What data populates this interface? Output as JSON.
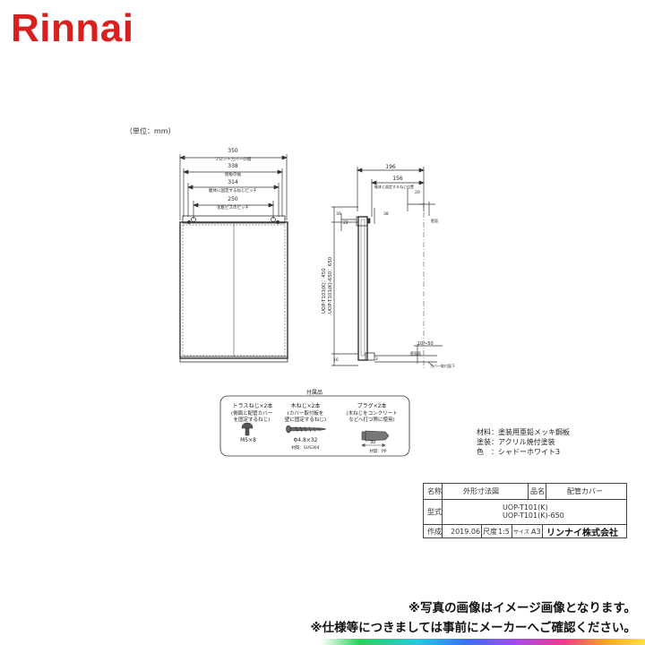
{
  "brand": {
    "logo_text": "Rinnai",
    "color": "#d7201f"
  },
  "drawing": {
    "unit_note": "（単位：mm）",
    "front": {
      "dim_350": "350",
      "label_front_cover_width": "フロントカバーの幅",
      "dim_338": "338",
      "label_board_width": "摺板の幅",
      "dim_314": "314",
      "label_wall_screw_pitch": "躯体に固定するねじピッチ",
      "dim_250": "250",
      "label_stud_pitch": "化粧ビスのピッチ"
    },
    "side": {
      "dim_196": "196",
      "dim_156": "156",
      "dim_20": "20",
      "dim_38": "38",
      "dim_30": "30",
      "dim_22": "22",
      "dim_16": "16",
      "dim_2": "2",
      "label_fix_screw": "躯体と固定するねじ位置",
      "label_wall_surface": "壁面",
      "dim_range": "10～50",
      "label_pipe_floor": "壁面面",
      "label_cover_bottom": "カバー取付面下",
      "height_note_1": "UOP-T101(K)：450",
      "height_note_2": "UOP-T101(K)-650：650"
    },
    "accessories": {
      "title": "付属品",
      "truss": {
        "title": "トラスねじ×2本",
        "desc1": "(側面と配管カバー",
        "desc2": "を固定するねじ)",
        "size": "M5×8"
      },
      "wood": {
        "title": "木ねじ×2本",
        "desc1": "(カバー取付板を",
        "desc2": "壁に固定するねじ)",
        "size": "Φ4.8×32",
        "material": "材質：SUS304"
      },
      "plug": {
        "title": "プラグ×2本",
        "desc1": "(木ねじをコンクリート",
        "desc2": "などへ打つ際に使用)",
        "size": "30",
        "material": "材質：PP"
      }
    }
  },
  "materials": {
    "line1": "材料：塗装用亜鉛メッキ鋼板",
    "line2": "塗装：アクリル焼付塗装",
    "line3": "色　：シャドーホワイト3"
  },
  "title_block": {
    "name_label": "名称",
    "name_value": "外形寸法図",
    "item_label": "品名",
    "item_value": "配管カバー",
    "model_label": "型式",
    "model_1": "UOP-T101(K)",
    "model_2": "UOP-T101(K)-650",
    "date_label": "作成",
    "date_value": "2019.06",
    "scale_label": "尺度",
    "scale_value": "1:5",
    "size_label": "サイズ",
    "size_value": "A3",
    "company": "リンナイ株式会社"
  },
  "notes": {
    "note1": "※写真の画像はイメージ画像となります。",
    "note2": "※仕様等につきましては事前にメーカーへご確認ください。"
  },
  "colors": {
    "accent": "#d7201f"
  }
}
